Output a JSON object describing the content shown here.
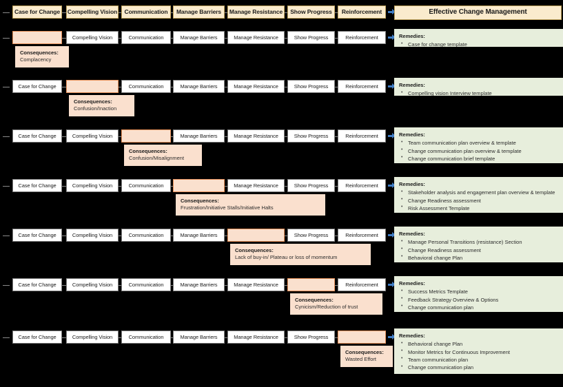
{
  "stages": [
    "Case for Change",
    "Compelling Vision",
    "Communication",
    "Manage Barriers",
    "Manage Resistance",
    "Show Progress",
    "Reinforcement"
  ],
  "header": {
    "outcome_label": "Effective Change Management"
  },
  "labels": {
    "consequences_title": "Consequences:",
    "remedies_title": "Remedies:"
  },
  "rows": [
    {
      "missing_index": 0,
      "consequence": "Complacency",
      "remedies": [
        "Case for change template"
      ]
    },
    {
      "missing_index": 1,
      "consequence": "Confusion/Inaction",
      "remedies": [
        "Compelling vision Interview template"
      ]
    },
    {
      "missing_index": 2,
      "consequence": "Confusion/Misalignment",
      "remedies": [
        "Team communication plan overview & template",
        "Change communication plan overview & template",
        "Change communication brief template"
      ]
    },
    {
      "missing_index": 3,
      "consequence": "Frustration/Initiative Stalls/Initiative Halts",
      "remedies": [
        "Stakeholder analysis and engagement plan overview & template",
        "Change Readiness assessment",
        "Risk Assessment Template"
      ]
    },
    {
      "missing_index": 4,
      "consequence": "Lack of buy-in/ Plateau or loss of momentum",
      "remedies": [
        "Manage Personal Transitions (resistance) Section",
        "Change Readiness assessment",
        "Behavioral change Plan"
      ]
    },
    {
      "missing_index": 5,
      "consequence": "Cynicism/Reduction of trust",
      "remedies": [
        "Success Metrics Template",
        "Feedback Strategy Overview & Options",
        "Change communication plan"
      ]
    },
    {
      "missing_index": 6,
      "consequence": "Wasted Effort",
      "remedies": [
        "Behavioral change Plan",
        "Monitor Metrics for Continuous Improvement",
        "Team communication plan",
        "Change communication plan"
      ]
    }
  ],
  "colors": {
    "header_fill": "#FAEBCD",
    "header_border": "#BFA25A",
    "highlight_fill": "#FAE0CE",
    "highlight_border": "#E8915A",
    "remedies_fill": "#E7EEDC",
    "arrow": "#3F7CC4",
    "background": "#000000"
  }
}
